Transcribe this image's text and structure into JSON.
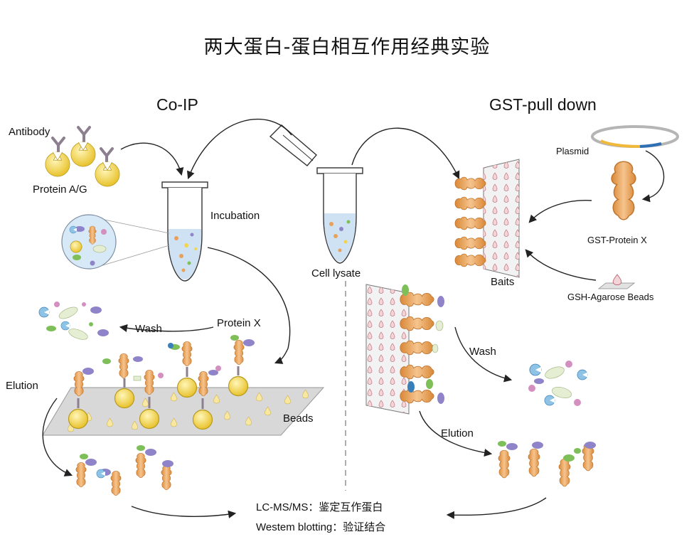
{
  "title": "两大蛋白-蛋白相互作用经典实验",
  "coip": {
    "heading": "Co-IP",
    "antibody": "Antibody",
    "protein_ag": "Protein A/G",
    "incubation": "Incubation",
    "wash": "Wash",
    "protein_x": "Protein X",
    "elution": "Elution",
    "beads": "Beads"
  },
  "center": {
    "cell_lysate": "Cell lysate"
  },
  "gst": {
    "heading": "GST-pull down",
    "plasmid": "Plasmid",
    "gst_protein_x": "GST-Protein X",
    "baits": "Baits",
    "gsh_beads": "GSH-Agarose Beads",
    "wash": "Wash",
    "elution": "Elution"
  },
  "results": {
    "line1": "LC-MS/MS：鉴定互作蛋白",
    "line2": "Westem blotting：验证结合"
  },
  "colors": {
    "bait_orange": "#e8a15a",
    "bead_yellow": "#f2d54a",
    "antibody": "#8d7f8f",
    "purple": "#8f84c9",
    "green": "#7fbf5a",
    "lysate_blue": "#bcd7ee",
    "plasmid_yellow": "#f0b93a",
    "plasmid_blue": "#2f6fb3"
  }
}
